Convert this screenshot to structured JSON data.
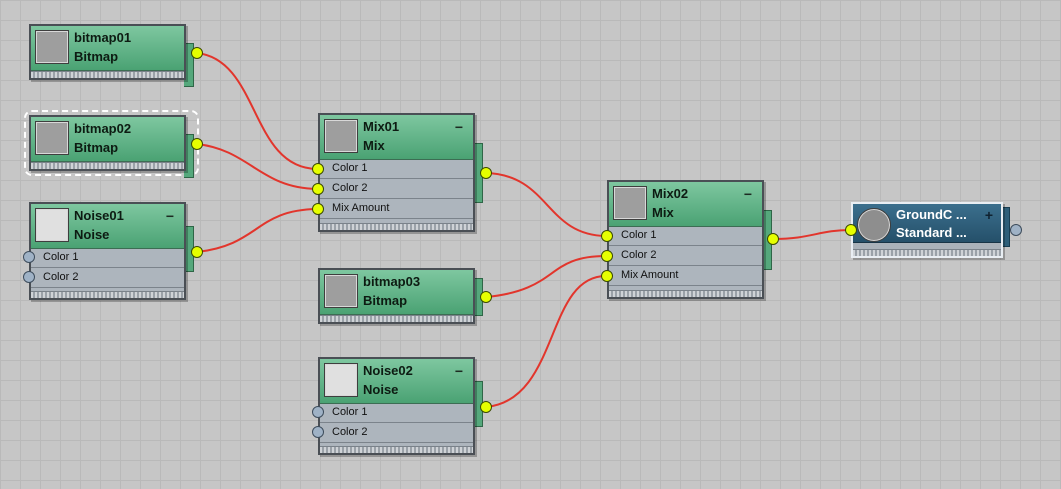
{
  "nodes": {
    "bitmap01": {
      "name": "bitmap01",
      "type": "Bitmap"
    },
    "bitmap02": {
      "name": "bitmap02",
      "type": "Bitmap"
    },
    "noise01": {
      "name": "Noise01",
      "type": "Noise",
      "slots": [
        "Color 1",
        "Color 2"
      ]
    },
    "mix01": {
      "name": "Mix01",
      "type": "Mix",
      "slots": [
        "Color 1",
        "Color 2",
        "Mix Amount"
      ]
    },
    "bitmap03": {
      "name": "bitmap03",
      "type": "Bitmap"
    },
    "noise02": {
      "name": "Noise02",
      "type": "Noise",
      "slots": [
        "Color 1",
        "Color 2"
      ]
    },
    "mix02": {
      "name": "Mix02",
      "type": "Mix",
      "slots": [
        "Color 1",
        "Color 2",
        "Mix Amount"
      ]
    },
    "groundcover": {
      "name": "GroundC ...",
      "type": "Standard ..."
    }
  },
  "colors": {
    "map_header": "#5bb283",
    "material_header": "#2c5a74",
    "wire": "#e2352c",
    "port_active": "#e6ff00",
    "port_empty": "#9fb2c6",
    "canvas": "#c6c6c6"
  },
  "icons": {
    "collapse": "minus-icon",
    "expand": "plus-icon"
  }
}
